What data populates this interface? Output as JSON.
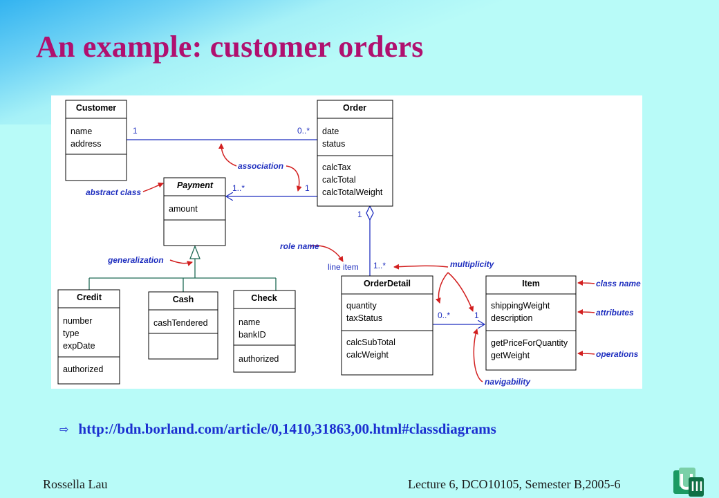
{
  "slide": {
    "title": "An example: customer orders",
    "link": "http://bdn.borland.com/article/0,1410,31863,00.html#classdiagrams",
    "author": "Rossella Lau",
    "lecture_info": "Lecture 6, DCO10105, Semester B,2005-6",
    "bullet_icon": "arrow-outline-icon",
    "logo_icon": "university-logo-icon"
  },
  "classes": {
    "customer": {
      "name": "Customer",
      "attributes": [
        "name",
        "address"
      ],
      "operations": []
    },
    "order": {
      "name": "Order",
      "attributes": [
        "date",
        "status"
      ],
      "operations": [
        "calcTax",
        "calcTotal",
        "calcTotalWeight"
      ]
    },
    "payment": {
      "name": "Payment",
      "attributes": [
        "amount"
      ],
      "operations": []
    },
    "order_detail": {
      "name": "OrderDetail",
      "attributes": [
        "quantity",
        "taxStatus"
      ],
      "operations": [
        "calcSubTotal",
        "calcWeight"
      ]
    },
    "item": {
      "name": "Item",
      "attributes": [
        "shippingWeight",
        "description"
      ],
      "operations": [
        "getPriceForQuantity",
        "getWeight"
      ]
    },
    "credit": {
      "name": "Credit",
      "attributes": [
        "number",
        "type",
        "expDate"
      ],
      "operations": [
        "authorized"
      ]
    },
    "cash": {
      "name": "Cash",
      "attributes": [
        "cashTendered"
      ],
      "operations": []
    },
    "check": {
      "name": "Check",
      "attributes": [
        "name",
        "bankID"
      ],
      "operations": [
        "authorized"
      ]
    }
  },
  "multiplicities": {
    "customer_side": "1",
    "order_side": "0..*",
    "order_to_payment": "1",
    "payment_side": "1..*",
    "order_aggregate": "1",
    "detail_side": "1..*",
    "detail_to_item": "0..*",
    "item_side": "1",
    "role": "line item"
  },
  "annotations": {
    "association": "association",
    "abstract_class": "abstract class",
    "generalization": "generalization",
    "role_name": "role name",
    "multiplicity": "multiplicity",
    "class_name": "class name",
    "attributes": "attributes",
    "operations": "operations",
    "navigability": "navigability"
  },
  "colors": {
    "title": "#b0106f",
    "link": "#1b2fd0",
    "association_line": "#1f2fbf",
    "annotation_arrow": "#d21f1f",
    "generalization_line": "#1e6a55"
  }
}
